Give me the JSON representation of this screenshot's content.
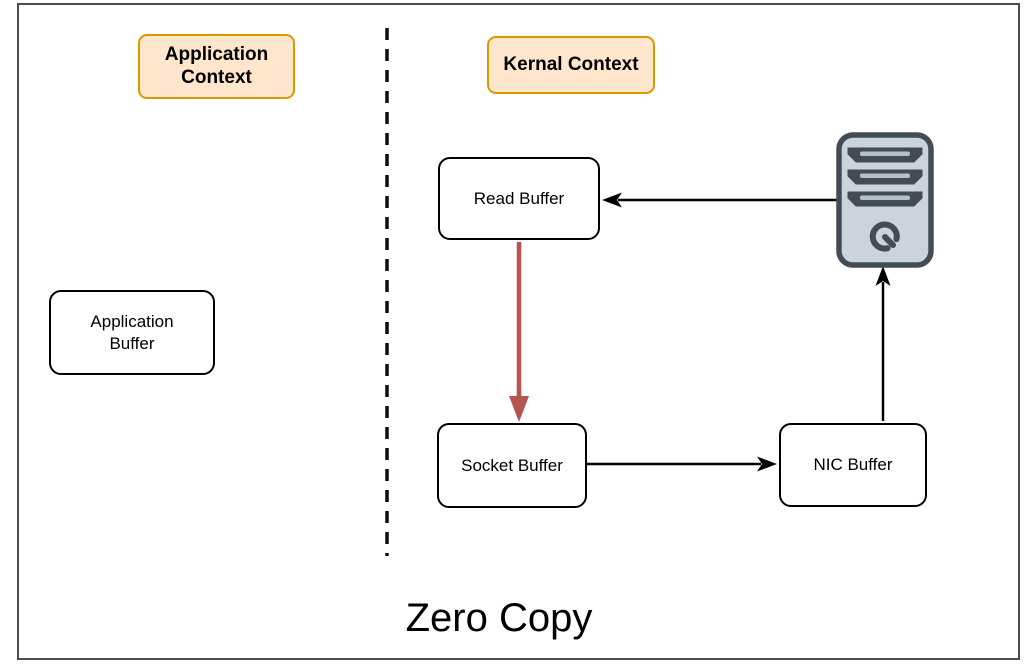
{
  "diagram": {
    "title": "Zero Copy",
    "contexts": [
      {
        "id": "application-context",
        "label": "Application Context"
      },
      {
        "id": "kernal-context",
        "label": "Kernal Context"
      }
    ],
    "nodes": [
      {
        "id": "application-buffer",
        "label": "Application Buffer"
      },
      {
        "id": "read-buffer",
        "label": "Read Buffer"
      },
      {
        "id": "socket-buffer",
        "label": "Socket Buffer"
      },
      {
        "id": "nic-buffer",
        "label": "NIC Buffer"
      }
    ],
    "icons": [
      {
        "name": "server-icon",
        "depicts": "server tower with drive bays and power button"
      }
    ],
    "edges": [
      {
        "from": "server",
        "to": "read-buffer",
        "color": "#000000",
        "direction": "left"
      },
      {
        "from": "read-buffer",
        "to": "socket-buffer",
        "color": "#b85450",
        "direction": "down"
      },
      {
        "from": "socket-buffer",
        "to": "nic-buffer",
        "color": "#000000",
        "direction": "right"
      },
      {
        "from": "nic-buffer",
        "to": "server",
        "color": "#000000",
        "direction": "up"
      }
    ],
    "divider": {
      "style": "dashed",
      "orientation": "vertical"
    },
    "colors": {
      "context_fill": "#ffe6cc",
      "context_border": "#d79b00",
      "copy_arrow": "#b85450",
      "node_border": "#000000",
      "server_fill": "#ccd3dd",
      "server_stroke": "#434c55",
      "server_slot": "#b6c0cc",
      "frame_border": "#4d4d4d"
    }
  }
}
